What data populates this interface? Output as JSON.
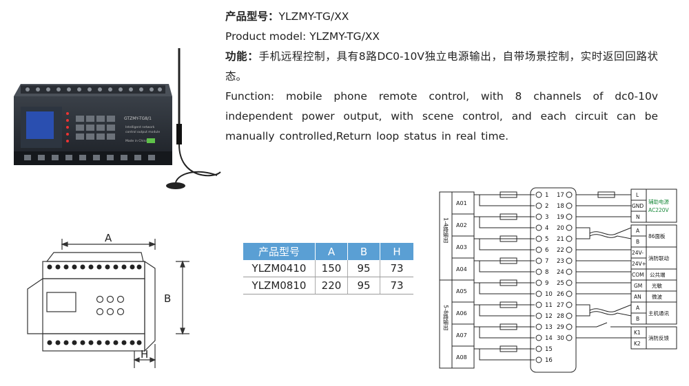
{
  "header": {
    "model_cn_label": "产品型号：",
    "model_cn_value": "YLZMY-TG/XX",
    "model_en": "Product model: YLZMY-TG/XX",
    "function_cn_label": "功能：",
    "function_cn_text": "手机远程控制，具有8路DC0-10V独立电源输出，自带场景控制，实时返回回路状态。",
    "function_en": "Function: mobile phone remote control, with 8 channels of dc0-10v independent power output, with scene control, and each circuit can be manually controlled,Return loop status in real time."
  },
  "device_label": {
    "model": "GTZMY-TG8/1",
    "line1": "Intelligent network",
    "line2": "control output module",
    "made": "Made in China"
  },
  "dimensions": {
    "a": "A",
    "b": "B",
    "h": "H"
  },
  "spec_table": {
    "headers": [
      "产品型号",
      "A",
      "B",
      "H"
    ],
    "rows": [
      [
        "YLZM0410",
        "150",
        "95",
        "73"
      ],
      [
        "YLZM0810",
        "220",
        "95",
        "73"
      ]
    ]
  },
  "wiring": {
    "group1_label": "1-4路输出",
    "group2_label": "5-8路输出",
    "outputs": [
      "A01",
      "A02",
      "A03",
      "A04",
      "A05",
      "A06",
      "A07",
      "A08"
    ],
    "left_terminals": [
      "1",
      "2",
      "3",
      "4",
      "5",
      "6",
      "7",
      "8",
      "9",
      "10",
      "11",
      "12",
      "13",
      "14",
      "15",
      "16"
    ],
    "right_terminals": [
      "17",
      "18",
      "19",
      "20",
      "21",
      "22",
      "23",
      "24",
      "25",
      "26",
      "27",
      "28",
      "29",
      "30"
    ],
    "right_labels": {
      "L": "L",
      "GND": "GND",
      "N": "N",
      "aux_power": "辅助电源",
      "ac220": "AC220V",
      "A1": "A",
      "B1": "B",
      "panel86": "86面板",
      "v24m": "24V-",
      "v24p": "24V+",
      "fire_link": "消防联动",
      "com": "COM",
      "gm": "GM",
      "an": "AN",
      "common": "公共端",
      "light": "光敏",
      "microwave": "微波",
      "A2": "A",
      "B2": "B",
      "host_comm": "主机通讯",
      "K1": "K1",
      "K2": "K2",
      "fire_feedback": "消防反馈"
    }
  }
}
